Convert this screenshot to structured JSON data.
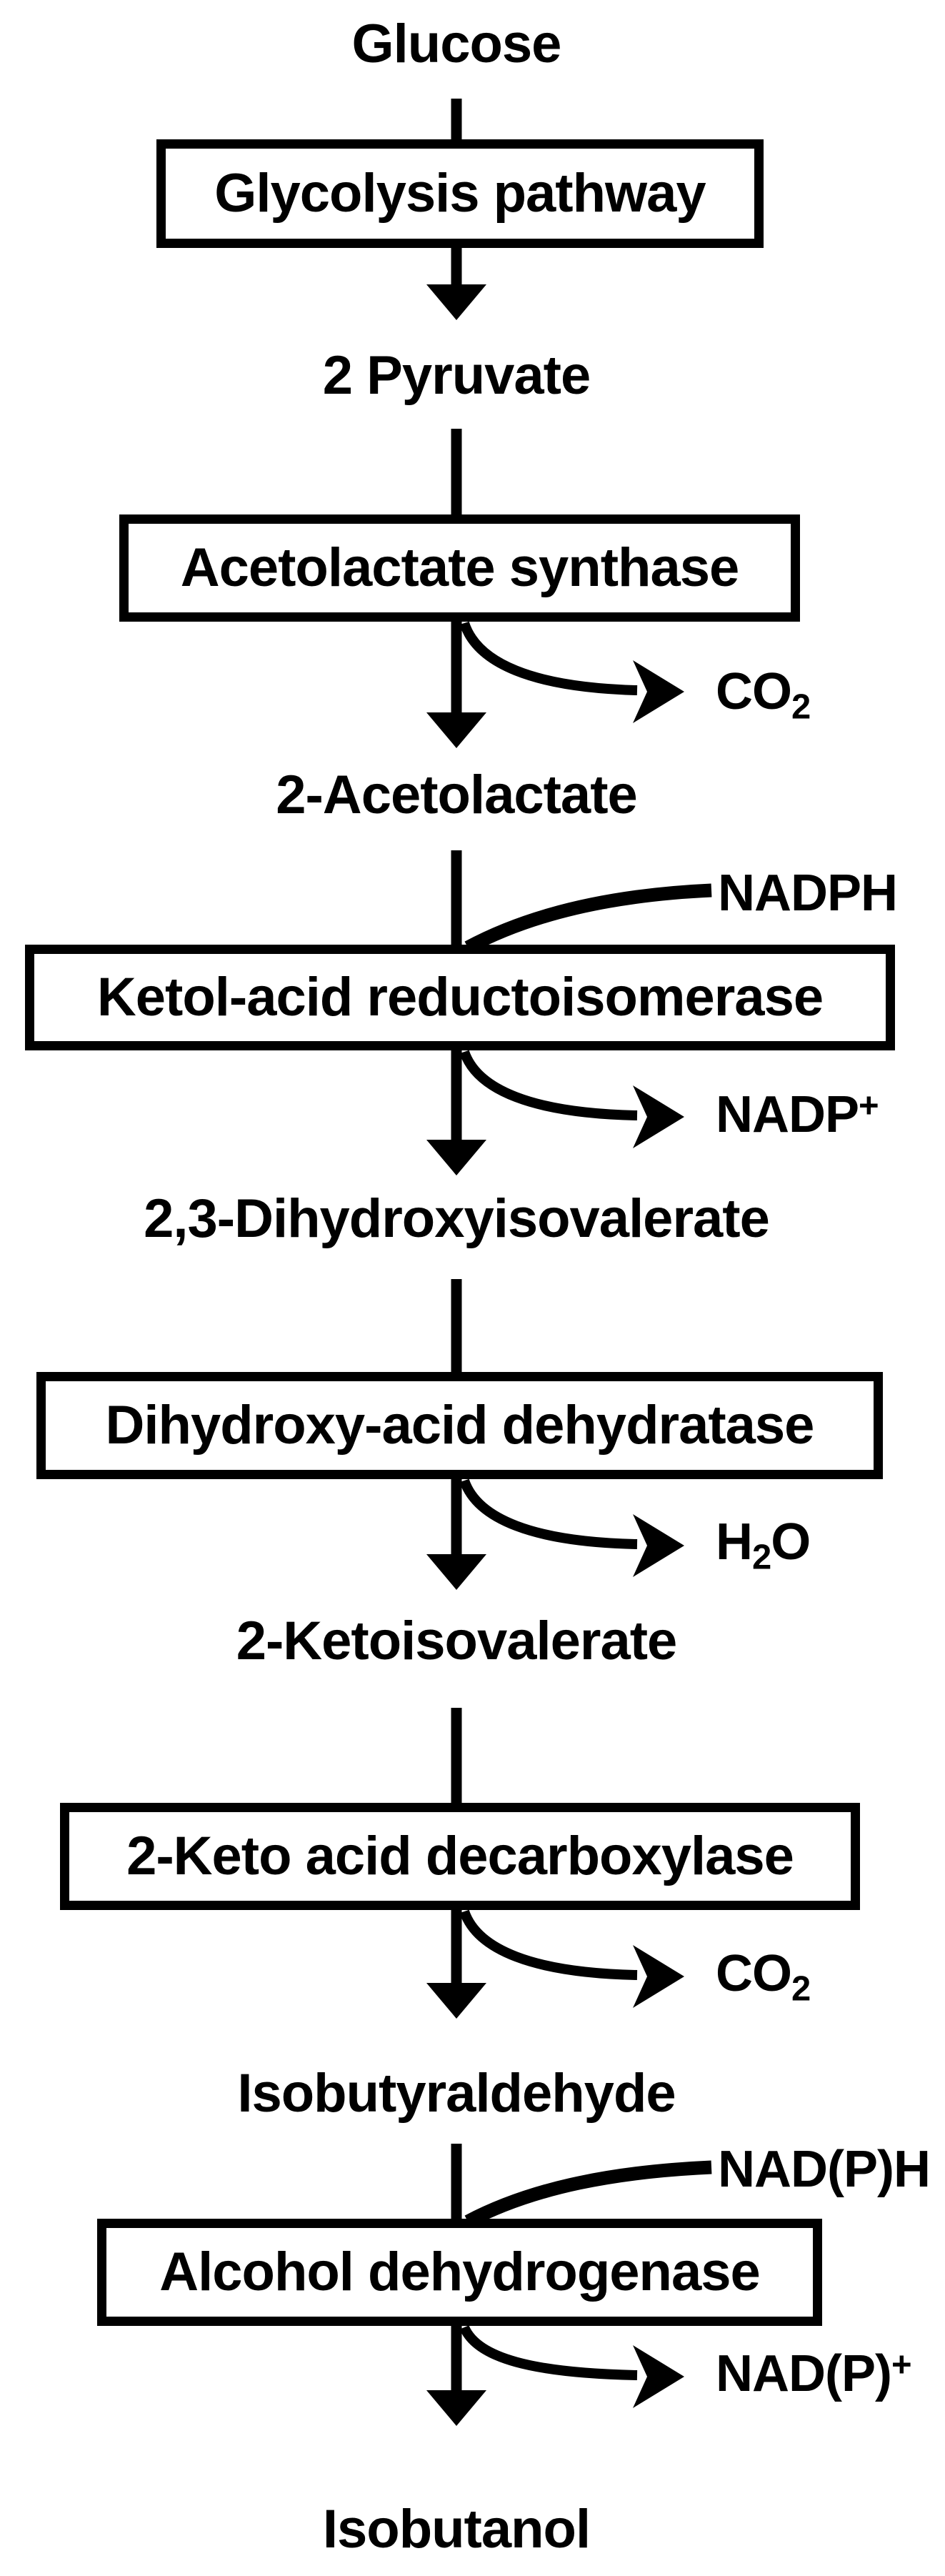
{
  "colors": {
    "ink": "#000000",
    "paper": "#ffffff"
  },
  "metabolites": [
    {
      "label": "Glucose"
    },
    {
      "label": "2 Pyruvate"
    },
    {
      "label": "2-Acetolactate"
    },
    {
      "label": "2,3-Dihydroxyisovalerate"
    },
    {
      "label": "2-Ketoisovalerate"
    },
    {
      "label": "Isobutyraldehyde"
    },
    {
      "label": "Isobutanol"
    }
  ],
  "enzymes": [
    {
      "label": "Glycolysis pathway"
    },
    {
      "label": "Acetolactate synthase"
    },
    {
      "label": "Ketol-acid reductoisomerase"
    },
    {
      "label": "Dihydroxy-acid dehydratase"
    },
    {
      "label": "2-Keto acid decarboxylase"
    },
    {
      "label": "Alcohol dehydrogenase"
    }
  ],
  "cofactors": {
    "als_out": {
      "pre": "CO",
      "sub": "2"
    },
    "kari_in": {
      "pre": "NADPH"
    },
    "kari_out": {
      "pre": "NADP",
      "sup": "+"
    },
    "dhad_out": {
      "pre": "H",
      "sub": "2",
      "post": "O"
    },
    "kdc_out": {
      "pre": "CO",
      "sub": "2"
    },
    "adh_in": {
      "pre": "NAD(P)H"
    },
    "adh_out": {
      "pre": "NAD(P)",
      "sup": "+"
    }
  }
}
